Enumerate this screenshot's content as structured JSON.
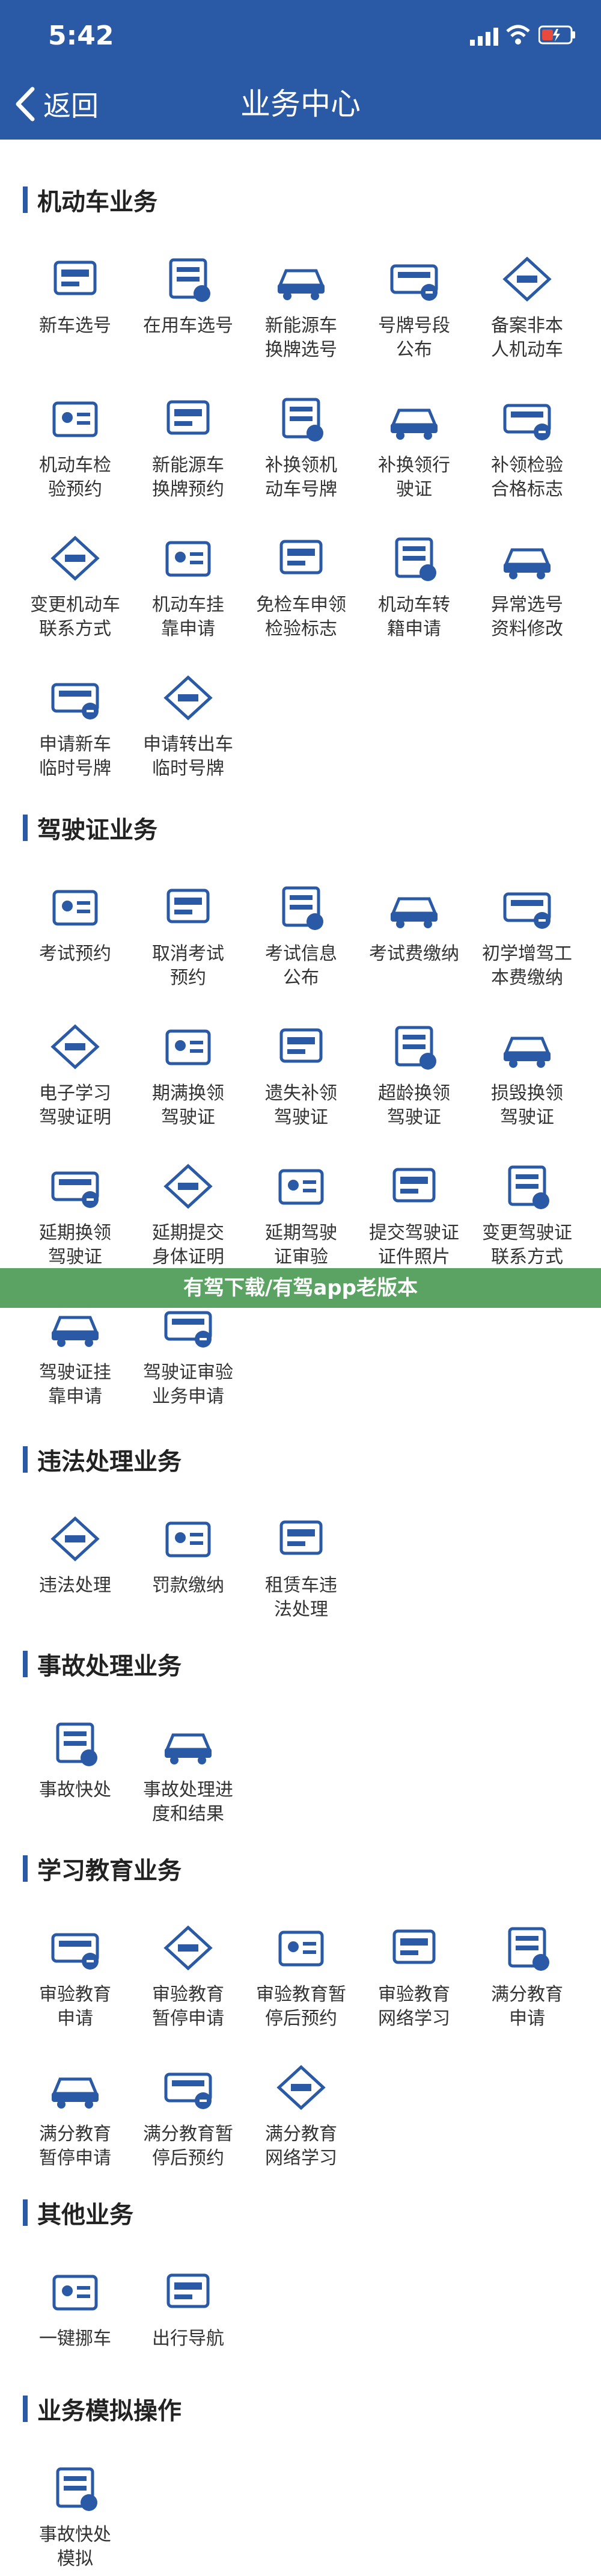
{
  "status": {
    "time": "5:42"
  },
  "nav": {
    "back_label": "返回",
    "title": "业务中心"
  },
  "banner": {
    "text": "有驾下载/有驾app老版本"
  },
  "colors": {
    "primary": "#2a59a5",
    "banner": "#5aa362"
  },
  "sections": [
    {
      "title": "机动车业务",
      "items": [
        {
          "label": "新车选号",
          "icon": "car-id-icon"
        },
        {
          "label": "在用车选号",
          "icon": "people-transfer-icon"
        },
        {
          "label": "新能源车\n换牌选号",
          "icon": "ev-car-icon"
        },
        {
          "label": "号牌号段\n公布",
          "icon": "plate-sign-icon"
        },
        {
          "label": "备案非本\n人机动车",
          "icon": "car-file-icon"
        },
        {
          "label": "机动车检\n验预约",
          "icon": "inspect-appointment-icon"
        },
        {
          "label": "新能源车\n换牌预约",
          "icon": "ev-plate-icon"
        },
        {
          "label": "补换领机\n动车号牌",
          "icon": "plate-replace-icon"
        },
        {
          "label": "补换领行\n驶证",
          "icon": "license-replace-icon"
        },
        {
          "label": "补领检验\n合格标志",
          "icon": "inspect-badge-icon"
        },
        {
          "label": "变更机动车\n联系方式",
          "icon": "contact-change-icon"
        },
        {
          "label": "机动车挂\n靠申请",
          "icon": "car-affiliate-icon"
        },
        {
          "label": "免检车申领\n检验标志",
          "icon": "exempt-badge-icon"
        },
        {
          "label": "机动车转\n籍申请",
          "icon": "car-transfer-icon"
        },
        {
          "label": "异常选号\n资料修改",
          "icon": "data-edit-icon"
        },
        {
          "label": "申请新车\n临时号牌",
          "icon": "temp-plate-icon"
        },
        {
          "label": "申请转出车\n临时号牌",
          "icon": "temp-plate-out-icon"
        }
      ]
    },
    {
      "title": "驾驶证业务",
      "items": [
        {
          "label": "考试预约",
          "icon": "exam-appointment-icon"
        },
        {
          "label": "取消考试\n预约",
          "icon": "calendar-cancel-icon"
        },
        {
          "label": "考试信息\n公布",
          "icon": "exam-info-icon"
        },
        {
          "label": "考试费缴纳",
          "icon": "exam-fee-icon"
        },
        {
          "label": "初学增驾工\n本费缴纳",
          "icon": "cost-fee-icon"
        },
        {
          "label": "电子学习\n驾驶证明",
          "icon": "e-learning-icon"
        },
        {
          "label": "期满换领\n驾驶证",
          "icon": "license-expire-icon"
        },
        {
          "label": "遗失补领\n驾驶证",
          "icon": "license-lost-icon"
        },
        {
          "label": "超龄换领\n驾驶证",
          "icon": "license-age-icon"
        },
        {
          "label": "损毁换领\n驾驶证",
          "icon": "license-damage-icon"
        },
        {
          "label": "延期换领\n驾驶证",
          "icon": "delay-renew-icon"
        },
        {
          "label": "延期提交\n身体证明",
          "icon": "health-proof-icon"
        },
        {
          "label": "延期驾驶\n证审验",
          "icon": "delay-review-icon"
        },
        {
          "label": "提交驾驶证\n证件照片",
          "icon": "photo-upload-icon"
        },
        {
          "label": "变更驾驶证\n联系方式",
          "icon": "license-contact-icon"
        },
        {
          "label": "驾驶证挂\n靠申请",
          "icon": "license-affiliate-icon"
        },
        {
          "label": "驾驶证审验\n业务申请",
          "icon": "license-review-icon"
        }
      ]
    },
    {
      "title": "违法处理业务",
      "items": [
        {
          "label": "违法处理",
          "icon": "violation-car-icon"
        },
        {
          "label": "罚款缴纳",
          "icon": "fine-pay-icon"
        },
        {
          "label": "租赁车违\n法处理",
          "icon": "rental-car-icon"
        }
      ]
    },
    {
      "title": "事故处理业务",
      "items": [
        {
          "label": "事故快处",
          "icon": "accident-quick-icon"
        },
        {
          "label": "事故处理进\n度和结果",
          "icon": "accident-progress-icon"
        }
      ]
    },
    {
      "title": "学习教育业务",
      "items": [
        {
          "label": "审验教育\n申请",
          "icon": "review-edu-icon"
        },
        {
          "label": "审验教育\n暂停申请",
          "icon": "review-pause-icon"
        },
        {
          "label": "审验教育暂\n停后预约",
          "icon": "review-after-icon"
        },
        {
          "label": "审验教育\n网络学习",
          "icon": "review-online-icon"
        },
        {
          "label": "满分教育\n申请",
          "icon": "full-edu-icon"
        },
        {
          "label": "满分教育\n暂停申请",
          "icon": "full-pause-icon"
        },
        {
          "label": "满分教育暂\n停后预约",
          "icon": "full-after-icon"
        },
        {
          "label": "满分教育\n网络学习",
          "icon": "full-online-icon"
        }
      ]
    },
    {
      "title": "其他业务",
      "items": [
        {
          "label": "一键挪车",
          "icon": "move-car-icon"
        },
        {
          "label": "出行导航",
          "icon": "steering-wheel-icon"
        }
      ]
    },
    {
      "title": "业务模拟操作",
      "items": [
        {
          "label": "事故快处\n模拟",
          "icon": "accident-sim-icon"
        }
      ]
    }
  ]
}
